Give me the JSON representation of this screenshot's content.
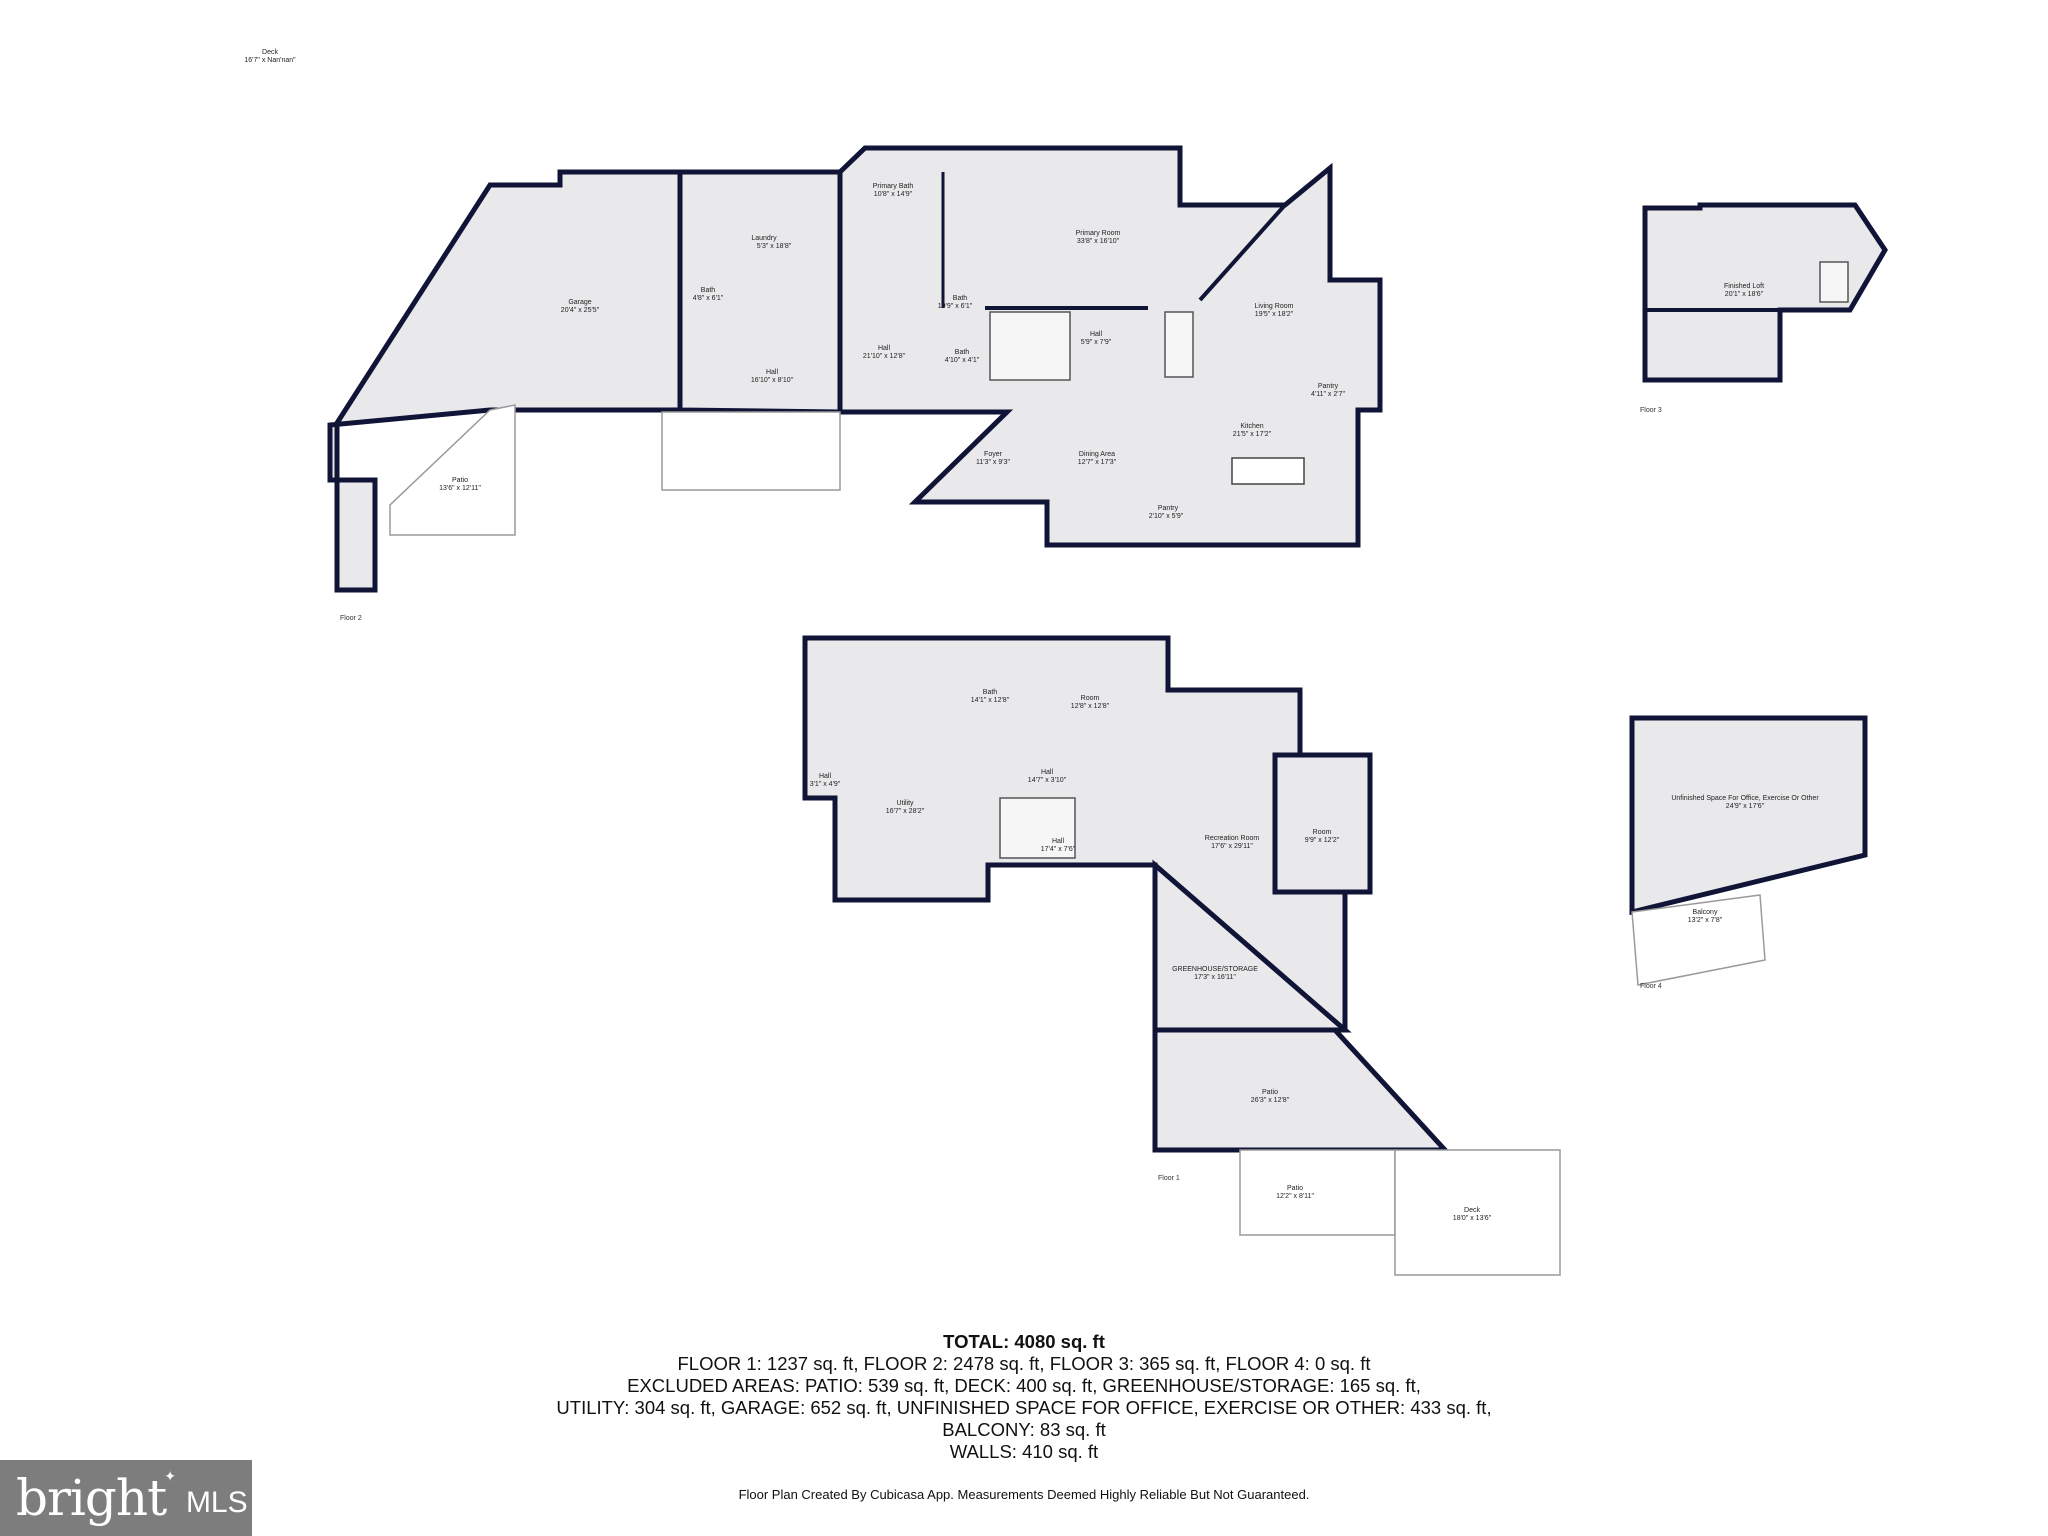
{
  "floors": {
    "floor2_label": "Floor 2",
    "floor3_label": "Floor 3",
    "floor1_label": "Floor 1",
    "floor4_label": "Floor 4"
  },
  "rooms": {
    "deck_top": {
      "name": "Deck",
      "dims": "16'7\" x Nan'nan\""
    },
    "garage": {
      "name": "Garage",
      "dims": "20'4\" x 25'5\""
    },
    "bath_garage": {
      "name": "Bath",
      "dims": "4'8\" x 6'1\""
    },
    "laundry": {
      "name": "Laundry",
      "dims": "5'3\" x 18'8\""
    },
    "hall_2a": {
      "name": "Hall",
      "dims": "16'10\" x 8'10\""
    },
    "patio_2": {
      "name": "Patio",
      "dims": "13'6\" x 12'11\""
    },
    "primary_bath": {
      "name": "Primary Bath",
      "dims": "10'8\" x 14'9\""
    },
    "bath_2a": {
      "name": "Bath",
      "dims": "10'9\" x 6'1\""
    },
    "bath_2b": {
      "name": "Bath",
      "dims": "4'10\" x 4'1\""
    },
    "hall_2b": {
      "name": "Hall",
      "dims": "21'10\" x 12'8\""
    },
    "primary_room": {
      "name": "Primary Room",
      "dims": "33'8\" x 16'10\""
    },
    "hall_2c": {
      "name": "Hall",
      "dims": "5'9\" x 7'9\""
    },
    "living_room": {
      "name": "Living Room",
      "dims": "19'5\" x 18'2\""
    },
    "pantry_a": {
      "name": "Pantry",
      "dims": "4'11\" x 2'7\""
    },
    "kitchen": {
      "name": "Kitchen",
      "dims": "21'5\" x 17'2\""
    },
    "foyer": {
      "name": "Foyer",
      "dims": "11'3\" x 9'3\""
    },
    "dining": {
      "name": "Dining Area",
      "dims": "12'7\" x 17'3\""
    },
    "pantry_b": {
      "name": "Pantry",
      "dims": "2'10\" x 5'9\""
    },
    "finished_loft": {
      "name": "Finished Loft",
      "dims": "20'1\" x 18'6\""
    },
    "bath_1": {
      "name": "Bath",
      "dims": "14'1\" x 12'8\""
    },
    "room_1a": {
      "name": "Room",
      "dims": "12'8\" x 12'8\""
    },
    "hall_1a": {
      "name": "Hall",
      "dims": "3'1\" x 4'9\""
    },
    "utility": {
      "name": "Utility",
      "dims": "16'7\" x 28'2\""
    },
    "hall_1b": {
      "name": "Hall",
      "dims": "14'7\" x 3'10\""
    },
    "hall_1c": {
      "name": "Hall",
      "dims": "17'4\" x 7'6\""
    },
    "recreation": {
      "name": "Recreation Room",
      "dims": "17'6\" x 29'11\""
    },
    "room_1b": {
      "name": "Room",
      "dims": "9'9\" x 12'2\""
    },
    "greenhouse": {
      "name": "GREENHOUSE/STORAGE",
      "dims": "17'3\" x 16'11\""
    },
    "patio_1a": {
      "name": "Patio",
      "dims": "26'3\" x 12'8\""
    },
    "patio_1b": {
      "name": "Patio",
      "dims": "12'2\" x 8'11\""
    },
    "deck_1": {
      "name": "Deck",
      "dims": "18'0\" x 13'6\""
    },
    "unfinished": {
      "name": "Unfinished Space For Office, Exercise Or Other",
      "dims": "24'9\" x 17'6\""
    },
    "balcony": {
      "name": "Balcony",
      "dims": "13'2\" x 7'8\""
    }
  },
  "summary": {
    "total": "TOTAL: 4080 sq. ft",
    "line1": "FLOOR 1: 1237 sq. ft, FLOOR 2: 2478 sq. ft, FLOOR 3: 365 sq. ft, FLOOR 4: 0 sq. ft",
    "line2": "EXCLUDED AREAS: PATIO: 539 sq. ft, DECK: 400 sq. ft, GREENHOUSE/STORAGE: 165 sq. ft,",
    "line3": "UTILITY: 304 sq. ft, GARAGE: 652 sq. ft, UNFINISHED SPACE FOR OFFICE, EXERCISE OR OTHER: 433 sq. ft,",
    "line4": "BALCONY: 83 sq. ft",
    "line5": "WALLS: 410 sq. ft"
  },
  "disclaimer": "Floor Plan Created By Cubicasa App. Measurements Deemed Highly Reliable But Not Guaranteed.",
  "logo": {
    "brand": "bright",
    "suffix": "MLS"
  },
  "colors": {
    "wall": "#101436",
    "floor": "#e9e9eb",
    "outline": "#9a9a9a"
  }
}
